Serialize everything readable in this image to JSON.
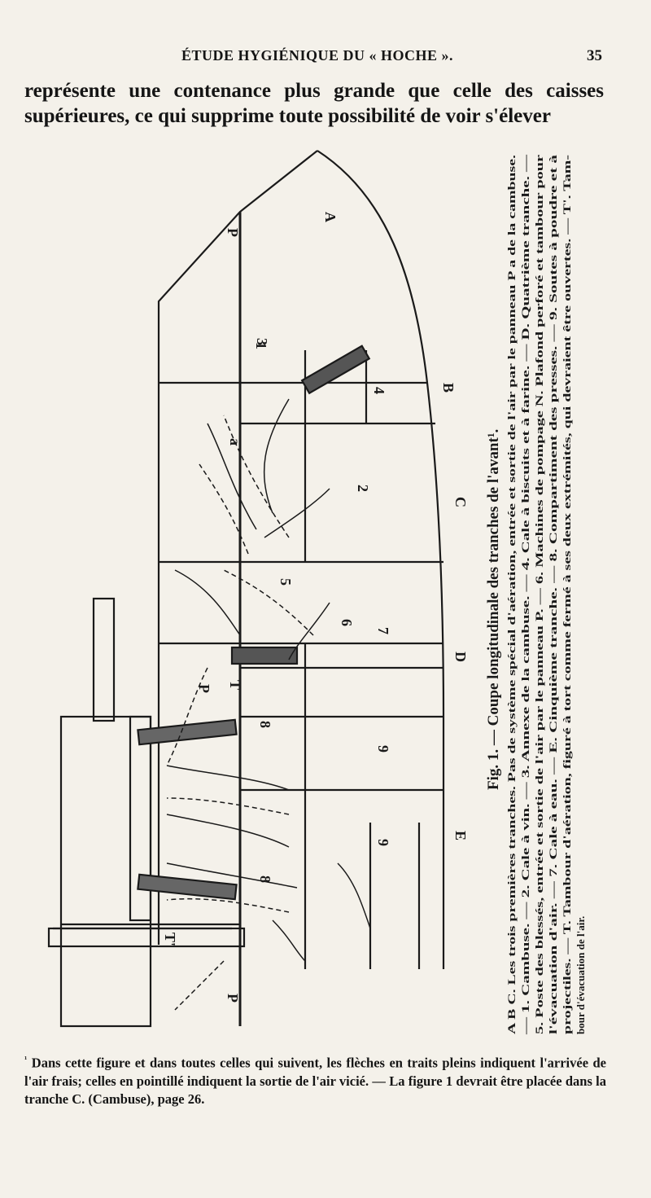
{
  "header": {
    "title": "ÉTUDE HYGIÉNIQUE DU « HOCHE ».",
    "page_number": "35"
  },
  "body_text": "représente une contenance plus grande que celle des caisses supérieures, ce qui supprime toute possibilité de voir s'élever",
  "figure": {
    "caption_title": "Fig. 1. — Coupe longitudinale des tranches de l'avant¹.",
    "caption_lines": [
      "A B C. Les trois premières tranches. Pas de système spécial d'aération, entrée et sortie de l'air par le panneau P a de la cambuse.",
      "— 1. Cambuse. — 2. Cale à vin. — 3. Annexe de la cambuse. — 4. Cale à biscuits et à farine. — D. Quatrième tranche. —",
      "5. Poste des blessés, entrée et sortie de l'air par le panneau P. — 6. Machines de pompage N. Plafond perforé et tambour pour",
      "l'évacuation d'air. — 7. Cale à eau. — E. Cinquième tranche. — 8. Compartiment des presses. — 9. Soutes à poudre et à",
      "projectiles. — T. Tambour d'aération, figuré à tort comme fermé à ses deux extrémités, qui devraient être ouvertes. — T'. Tam-",
      "bour d'évacuation de l'air."
    ],
    "labels": {
      "A": "A",
      "B": "B",
      "C": "C",
      "D": "D",
      "E": "E",
      "P": "P",
      "a": "a",
      "T": "T",
      "T_prime": "T'",
      "n1": "1",
      "n2": "2",
      "n3": "3",
      "n4": "4",
      "n5": "5",
      "n6": "6",
      "n7": "7",
      "n8": "8",
      "n9": "9"
    }
  },
  "footnote": {
    "marker": "¹",
    "text": " Dans cette figure et dans toutes celles qui suivent, les flèches en traits pleins indiquent l'arrivée de l'air frais; celles en pointillé indiquent la sortie de l'air vicié. — La figure 1 devrait être placée dans la tranche C. (Cambuse), page 26."
  }
}
